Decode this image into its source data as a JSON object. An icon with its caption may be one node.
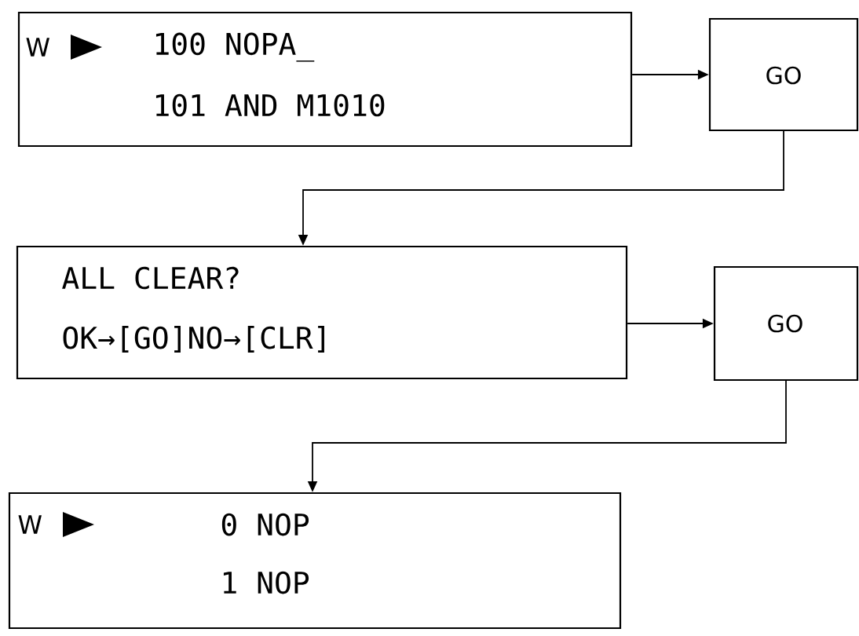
{
  "diagram": {
    "nodes": [
      {
        "text": [
          "W",
          "100 NOPA_",
          "101 AND M1010"
        ]
      },
      {
        "text": [
          "GO"
        ]
      },
      {
        "text": [
          "ALL CLEAR?",
          "OK→[GO]NO→[CLR]"
        ]
      },
      {
        "text": [
          "GO"
        ]
      },
      {
        "text": [
          "W",
          "0 NOP",
          "1 NOP"
        ]
      }
    ],
    "edges": [
      {
        "from": 0,
        "to": 1,
        "arrow": "to"
      },
      {
        "from": 1,
        "to": 2,
        "arrow": "to"
      },
      {
        "from": 2,
        "to": 3,
        "arrow": "to"
      },
      {
        "from": 3,
        "to": 4,
        "arrow": "to"
      }
    ]
  }
}
